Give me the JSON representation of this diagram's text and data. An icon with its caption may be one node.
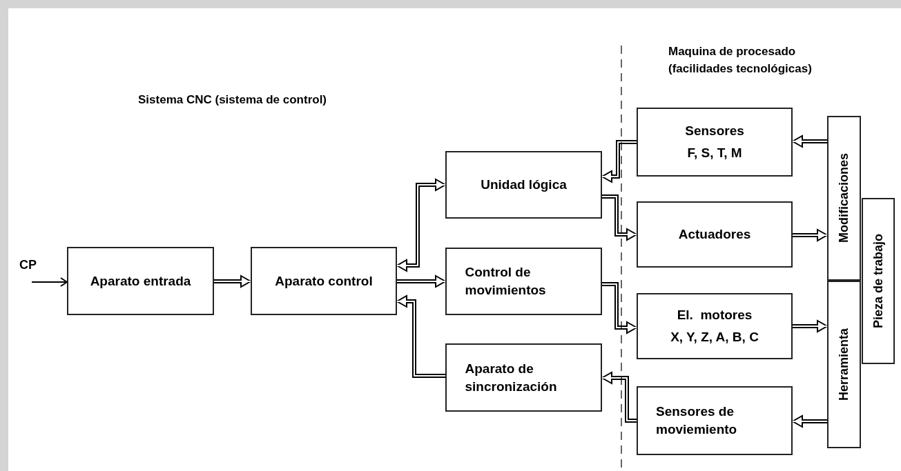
{
  "diagram": {
    "nodes": [
      {
        "text": [
          "Aparato entrada"
        ]
      },
      {
        "text": [
          "Aparato control"
        ]
      },
      {
        "text": [
          "Unidad lógica"
        ]
      },
      {
        "text": [
          "Control de movimientos"
        ]
      },
      {
        "text": [
          "Aparato de sincronización"
        ]
      },
      {
        "text": [
          "Sensores",
          "F, S, T, M"
        ]
      },
      {
        "text": [
          "Actuadores"
        ]
      },
      {
        "text": [
          "El.  motores",
          "X, Y, Z, A, B, C"
        ]
      },
      {
        "text": [
          "Sensores de moviemiento"
        ]
      },
      {
        "text": [
          "Modificaciones"
        ]
      },
      {
        "text": [
          "Herramienta"
        ]
      },
      {
        "text": [
          "Pieza de trabajo"
        ]
      }
    ],
    "edges": [
      {
        "from": null,
        "to": 0,
        "arrow": "to",
        "label": "CP"
      },
      {
        "from": 0,
        "to": 1,
        "arrow": "to"
      },
      {
        "from": 1,
        "to": 2,
        "arrow": "both"
      },
      {
        "from": 1,
        "to": 3,
        "arrow": "to"
      },
      {
        "from": 4,
        "to": 1,
        "arrow": "to"
      },
      {
        "from": 5,
        "to": 2,
        "arrow": "to"
      },
      {
        "from": 2,
        "to": 6,
        "arrow": "to"
      },
      {
        "from": 3,
        "to": 7,
        "arrow": "to"
      },
      {
        "from": 8,
        "to": 4,
        "arrow": "to"
      },
      {
        "from": 9,
        "to": 5,
        "arrow": "to"
      },
      {
        "from": 6,
        "to": 9,
        "arrow": "to"
      },
      {
        "from": 7,
        "to": 10,
        "arrow": "to"
      },
      {
        "from": 10,
        "to": 8,
        "arrow": "to"
      }
    ],
    "labels": [
      "Sistema CNC (sistema de control)",
      "Maquina de procesado (facilidades tecnológicas)"
    ]
  }
}
